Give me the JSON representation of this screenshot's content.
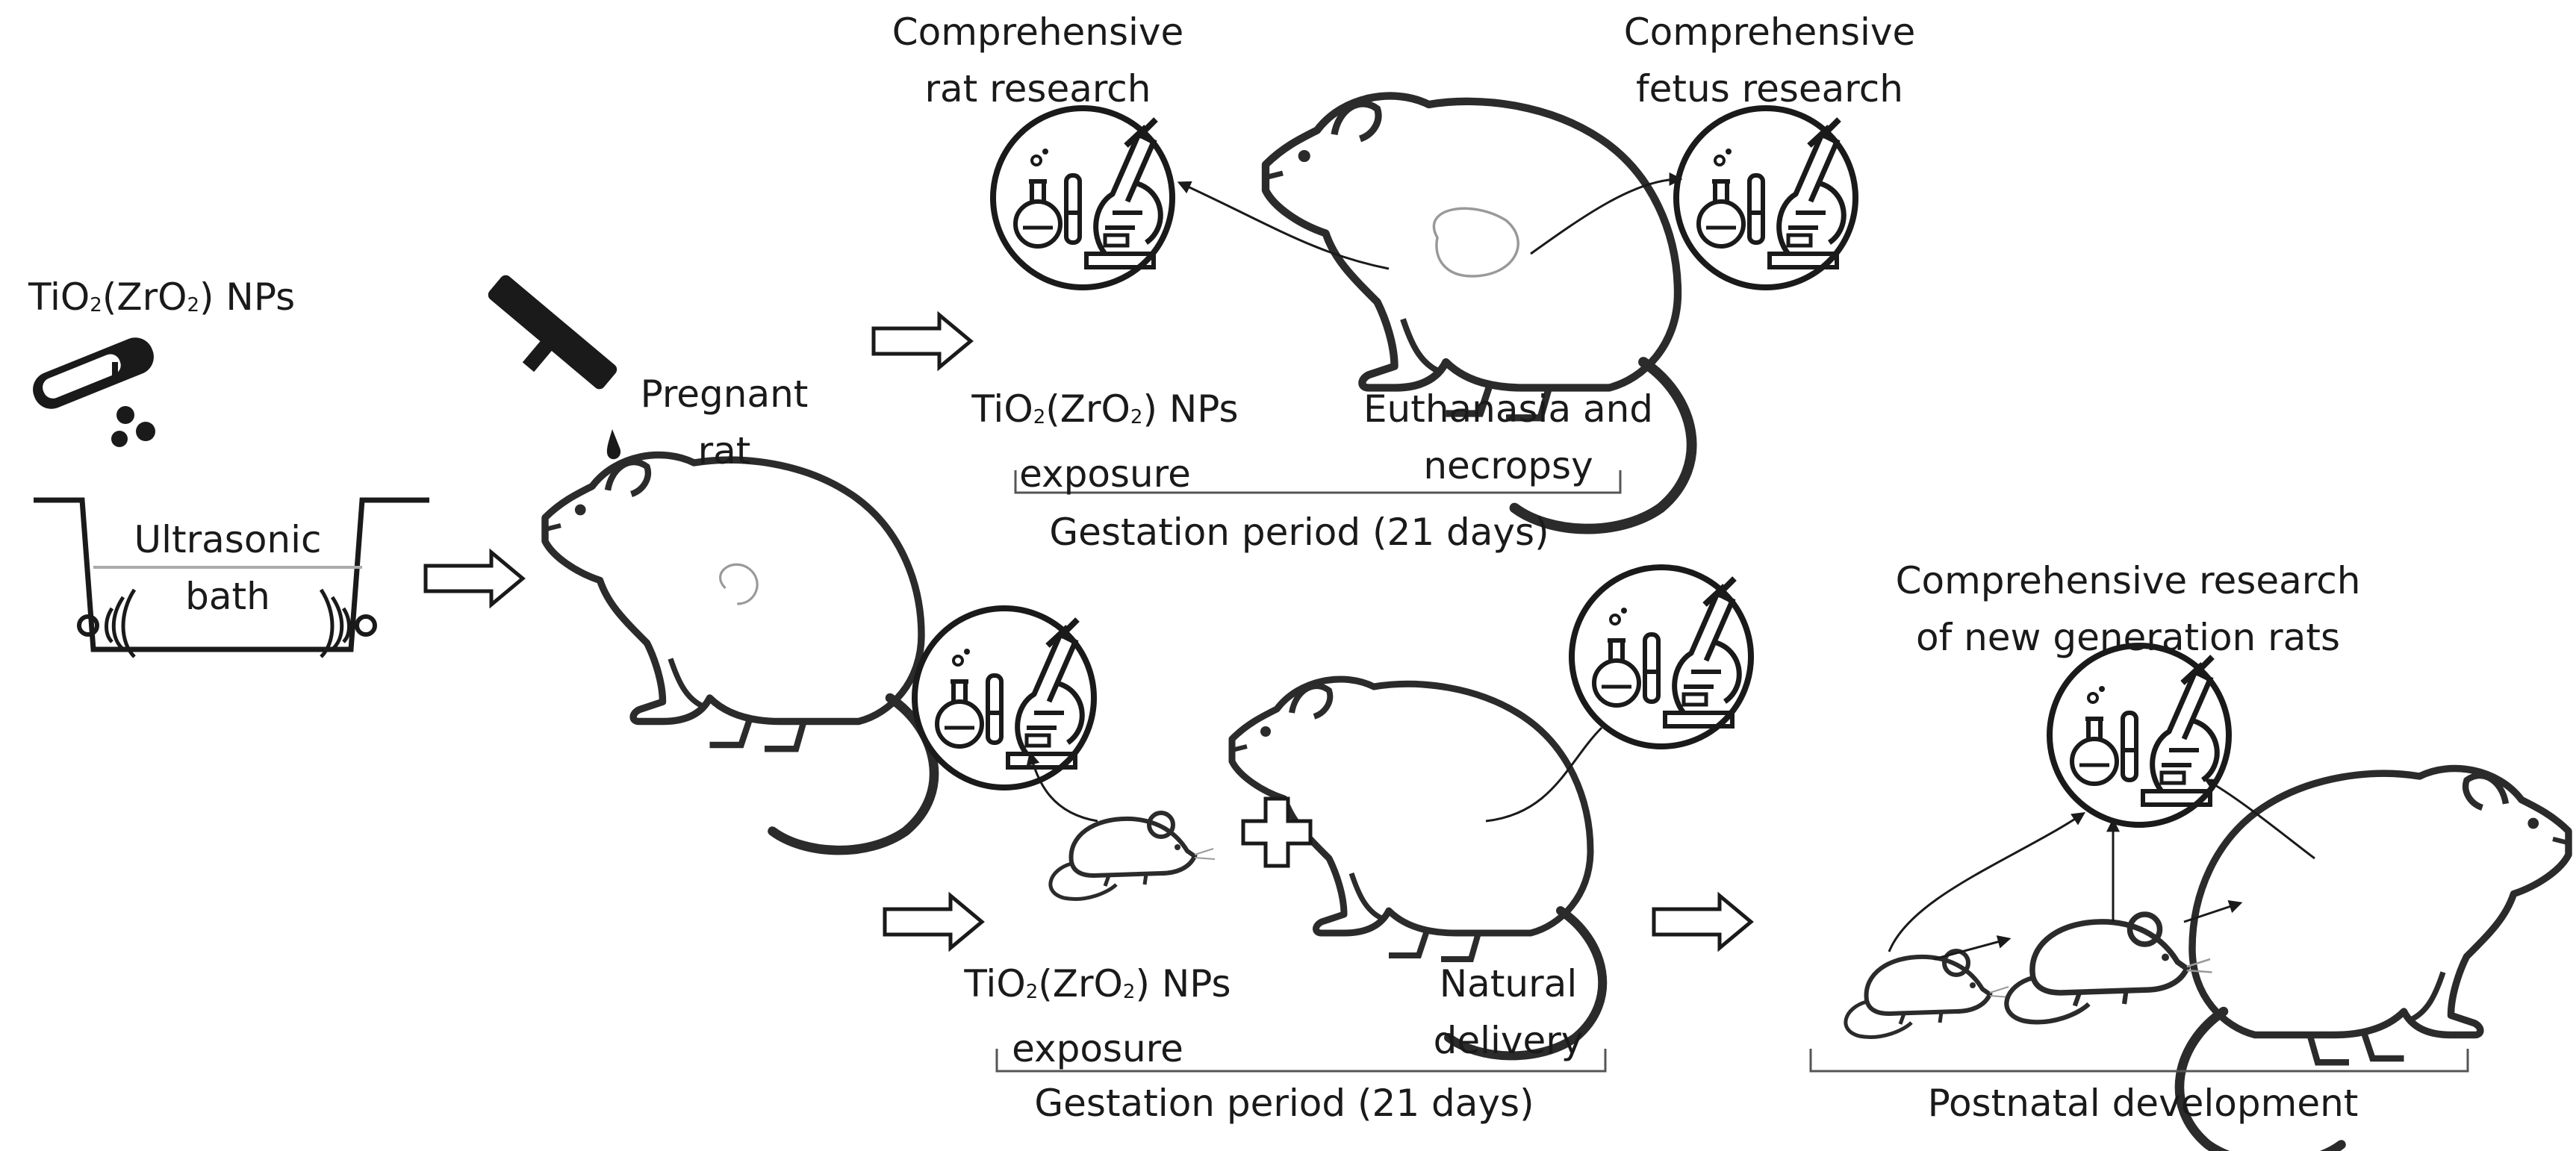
{
  "labels": {
    "nps_title": {
      "pre": "TiO",
      "sub1": "2",
      "mid": "(ZrO",
      "sub2": "2",
      "post": ") NPs"
    },
    "ultrasonic_bath": [
      "Ultrasonic",
      "bath"
    ],
    "pregnant_rat": [
      "Pregnant",
      "rat"
    ],
    "rat_research": [
      "Comprehensive",
      "rat research"
    ],
    "fetus_research": [
      "Comprehensive",
      "fetus research"
    ],
    "exposure_top": {
      "line1": {
        "pre": "TiO",
        "sub1": "2",
        "mid": "(ZrO",
        "sub2": "2",
        "post": ") NPs"
      },
      "line2": "exposure"
    },
    "euthanasia": [
      "Euthanasia and",
      "necropsy"
    ],
    "gestation_top": "Gestation period (21 days)",
    "new_gen_research": [
      "Comprehensive research",
      "of new generation rats"
    ],
    "exposure_bottom": {
      "line1": {
        "pre": "TiO",
        "sub1": "2",
        "mid": "(ZrO",
        "sub2": "2",
        "post": ") NPs"
      },
      "line2": "exposure"
    },
    "natural_delivery": [
      "Natural",
      "delivery"
    ],
    "gestation_bottom": "Gestation period (21 days)",
    "postnatal": "Postnatal development"
  },
  "icons": [
    "test-tube-icon",
    "dropper-icon",
    "ultrasonic-bath-icon",
    "rat-icon",
    "lab-microscope-icon",
    "plus-icon",
    "arrow-right-icon"
  ]
}
